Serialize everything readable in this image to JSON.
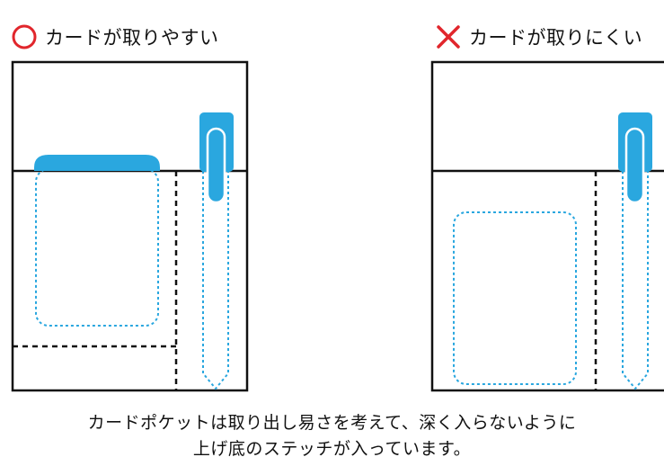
{
  "left_panel": {
    "heading": "カードが取りやすい",
    "marker_icon": "circle-icon",
    "marker_color": "#e1262c"
  },
  "right_panel": {
    "heading": "カードが取りにくい",
    "marker_icon": "cross-icon",
    "marker_color": "#e1262c"
  },
  "caption": {
    "line1": "カードポケットは取り出し易さを考えて、深く入らないように",
    "line2": "上げ底のステッチが入っています。"
  },
  "colors": {
    "accent_blue": "#2aa7df",
    "outline": "#111111"
  }
}
